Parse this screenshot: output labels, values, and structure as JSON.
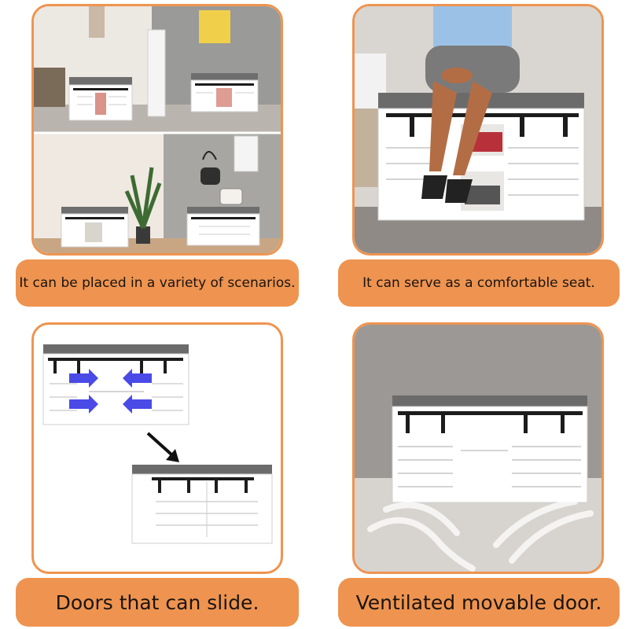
{
  "colors": {
    "accent": "#ee9450",
    "caption_text": "#1b1410",
    "cabinet": "#ffffff",
    "cushion": "#6e6e6e",
    "hardware": "#1c1c1c",
    "arrow": "#4a4ae6"
  },
  "panels": [
    {
      "id": "scenarios",
      "caption": "It can be placed in a variety of scenarios."
    },
    {
      "id": "seat",
      "caption": "It can serve as a comfortable seat."
    },
    {
      "id": "sliding",
      "caption": "Doors that can slide."
    },
    {
      "id": "ventilated",
      "caption": "Ventilated movable door."
    }
  ],
  "icons": [
    "slide-left-arrow-icon",
    "slide-right-arrow-icon",
    "transition-arrow-icon",
    "airflow-icon"
  ]
}
